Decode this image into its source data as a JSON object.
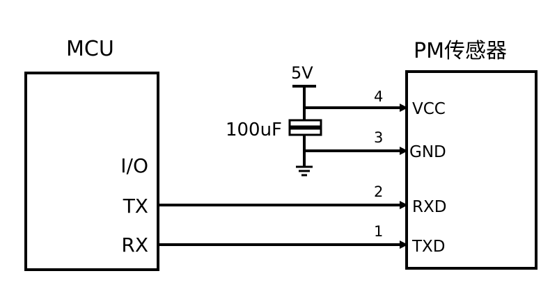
{
  "mcu": {
    "title": "MCU",
    "pins": {
      "io": "I/O",
      "tx": "TX",
      "rx": "RX"
    }
  },
  "sensor": {
    "title": "PM传感器",
    "pins": {
      "vcc": "VCC",
      "gnd": "GND",
      "rxd": "RXD",
      "txd": "TXD"
    }
  },
  "wires": {
    "vcc_num": "4",
    "gnd_num": "3",
    "rxd_num": "2",
    "txd_num": "1"
  },
  "power": {
    "supply_label": "5V",
    "capacitor_label": "100uF"
  }
}
